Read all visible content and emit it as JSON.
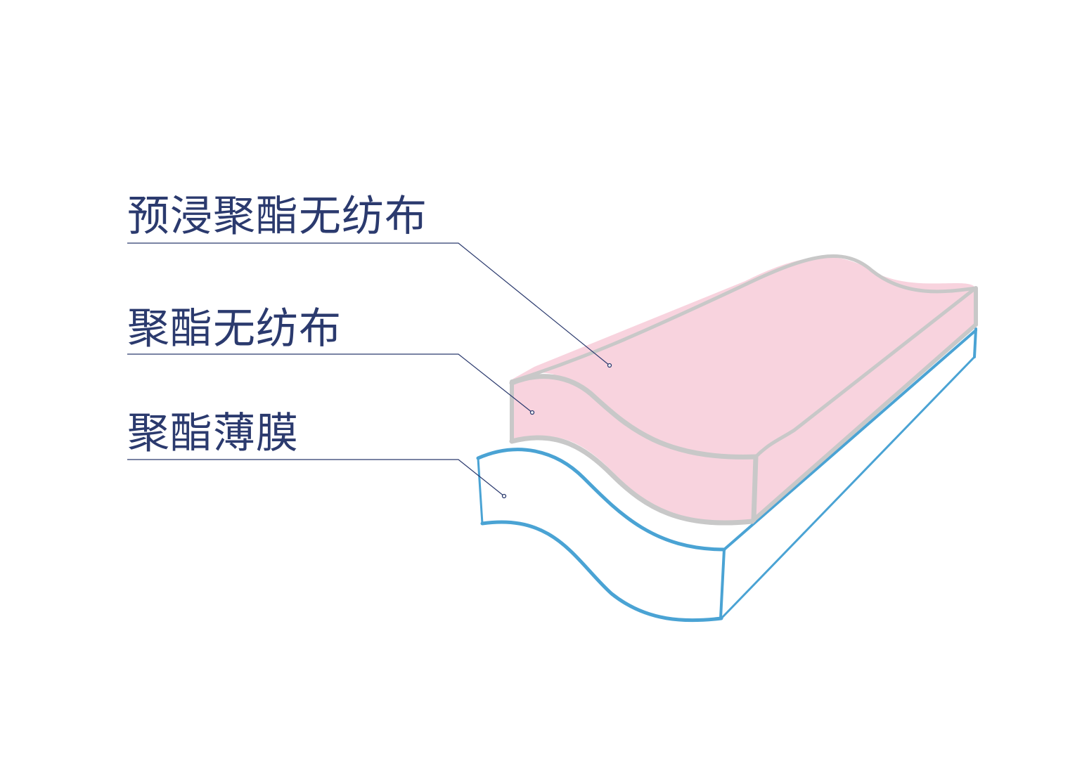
{
  "labels": {
    "top": "预浸聚酯无纺布",
    "middle": "聚酯无纺布",
    "bottom": "聚酯薄膜"
  },
  "colors": {
    "label_text": "#2b3a6e",
    "leader_line": "#2b3a6e",
    "prepreg_fill": "#f8d3de",
    "prepreg_outline": "#c8c8c8",
    "film_outline": "#4aa3d4",
    "film_fill": "#ffffff"
  }
}
